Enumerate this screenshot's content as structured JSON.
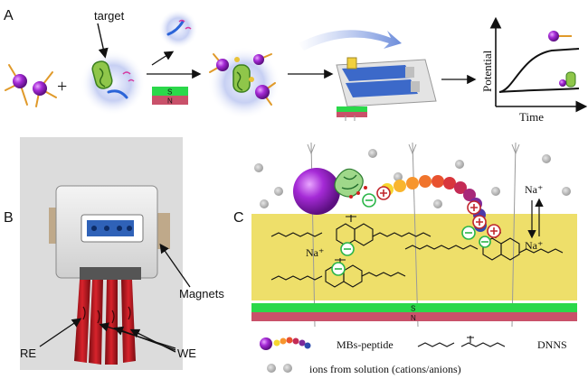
{
  "panel_labels": {
    "a": "A",
    "b": "B",
    "c": "C"
  },
  "panel_a": {
    "target_label": "target",
    "plus_sign": "+",
    "magnet_south": "S",
    "magnet_north": "N",
    "chart": {
      "ylabel": "Potential",
      "xlabel": "Time"
    }
  },
  "panel_b": {
    "magnets_label": "Magnets",
    "re_label": "RE",
    "we_label": "WE"
  },
  "panel_c": {
    "na_ion_1": "Na⁺",
    "na_ion_2": "Na⁺",
    "na_ion_3": "Na⁺",
    "magnet_south": "S",
    "magnet_north": "N",
    "legend": {
      "mbs_peptide": "MBs-peptide",
      "dnns": "DNNS",
      "ions": "ions from solution (cations/anions)"
    }
  },
  "colors": {
    "membrane": "#eedf6a",
    "magnet_green": "#2bd84a",
    "magnet_red": "#c9516a",
    "bead_purple": "#9b1fc9",
    "halo": "#bcc8ef",
    "plus_ring": "#c0262c",
    "minus_ring": "#2ab548"
  }
}
